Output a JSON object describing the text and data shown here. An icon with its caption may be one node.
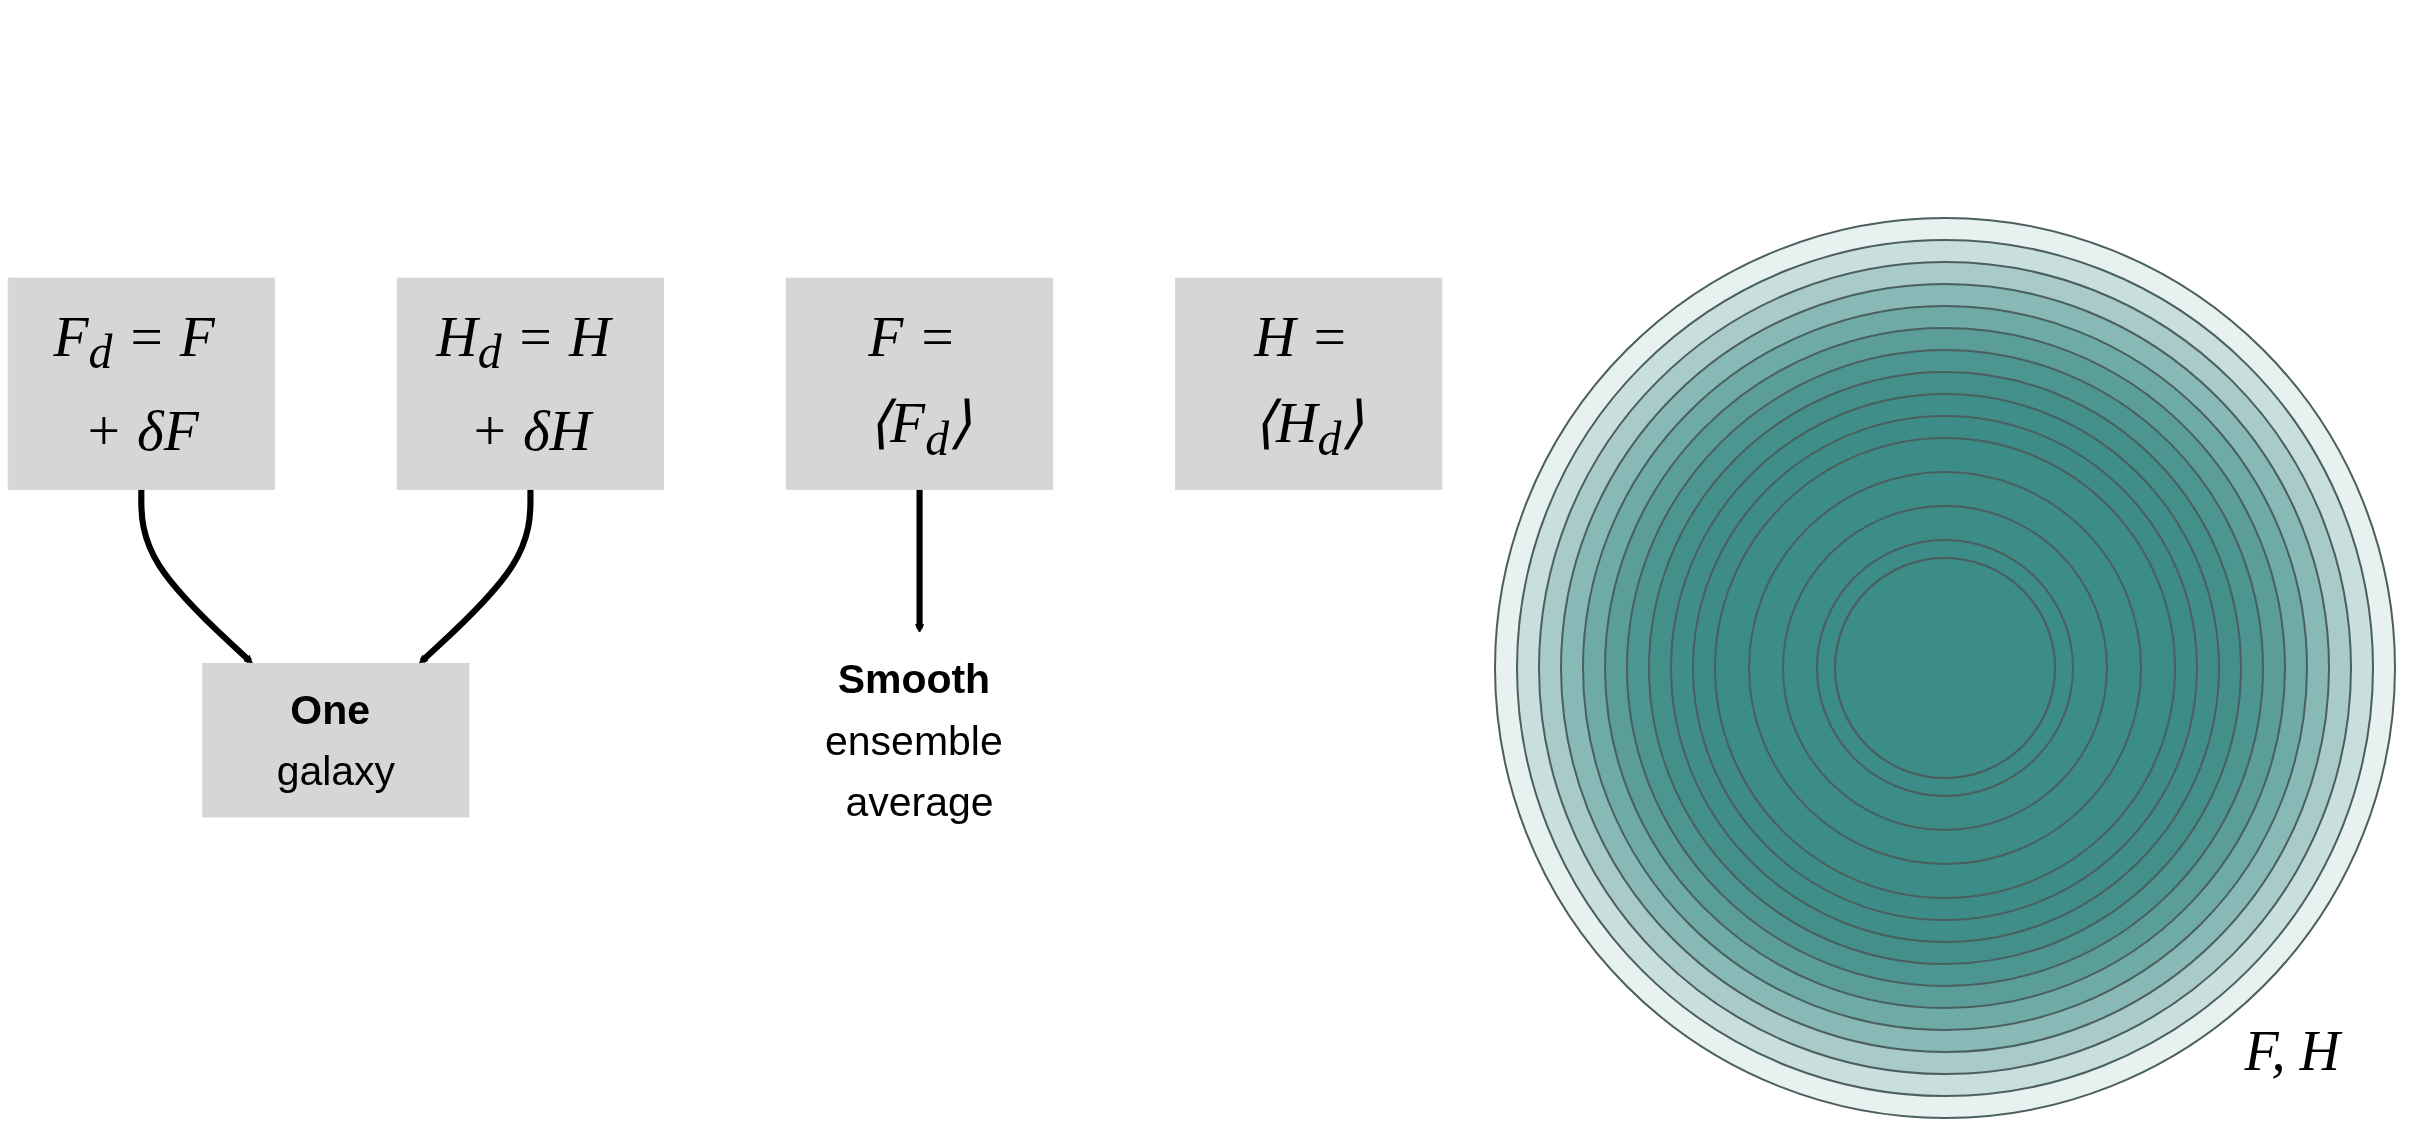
{
  "diagram": {
    "nodes": [
      {
        "text": [
          "F$_{d}$ = F + δF"
        ]
      },
      {
        "text": [
          "F = ⟨F$_{d}$⟩"
        ]
      },
      {
        "text": [
          "**One** galaxy"
        ]
      },
      {
        "text": [
          "**Smooth** ensemble average"
        ]
      },
      {
        "text": [
          "H$_{d}$ = H + δH"
        ]
      },
      {
        "text": [
          "H = ⟨H$_{d}$⟩"
        ]
      }
    ],
    "edges": [
      {
        "from": 0,
        "to": 2,
        "arrow": "to"
      },
      {
        "from": 1,
        "to": 3,
        "arrow": "to"
      },
      {
        "from": 4,
        "to": 2,
        "arrow": "to"
      }
    ],
    "labels": [
      "F, H"
    ]
  }
}
